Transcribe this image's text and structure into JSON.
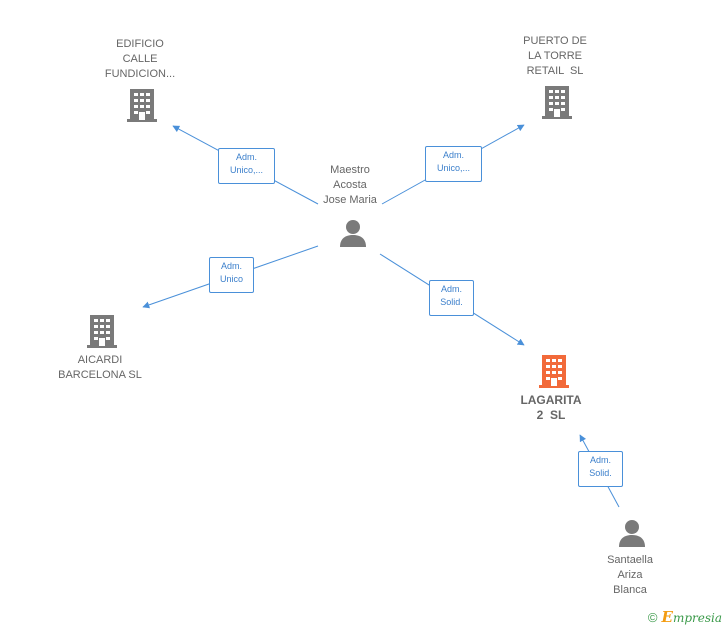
{
  "colors": {
    "edge": "#4a90d9",
    "node": "#7a7a7a",
    "highlight": "#f26a3a"
  },
  "nodes": {
    "edificio": {
      "lines": [
        "EDIFICIO",
        "CALLE",
        "FUNDICION..."
      ]
    },
    "puerto": {
      "lines": [
        "PUERTO DE",
        "LA TORRE",
        "RETAIL  SL"
      ]
    },
    "maestro": {
      "lines": [
        "Maestro",
        "Acosta",
        "Jose Maria"
      ]
    },
    "aicardi": {
      "lines": [
        "AICARDI",
        "BARCELONA SL"
      ]
    },
    "lagarita": {
      "lines": [
        "LAGARITA",
        "2  SL"
      ]
    },
    "santaella": {
      "lines": [
        "Santaella",
        "Ariza",
        "Blanca"
      ]
    }
  },
  "edges": {
    "to_edificio": {
      "lines": [
        "Adm.",
        "Unico,..."
      ]
    },
    "to_puerto": {
      "lines": [
        "Adm.",
        "Unico,..."
      ]
    },
    "to_aicardi": {
      "lines": [
        "Adm.",
        "Unico"
      ]
    },
    "to_lagarita": {
      "lines": [
        "Adm.",
        "Solid."
      ]
    },
    "santaella_to_lagarita": {
      "lines": [
        "Adm.",
        "Solid."
      ]
    }
  },
  "footer": {
    "copyright": "©",
    "brand_first": "E",
    "brand_rest": "mpresia"
  }
}
